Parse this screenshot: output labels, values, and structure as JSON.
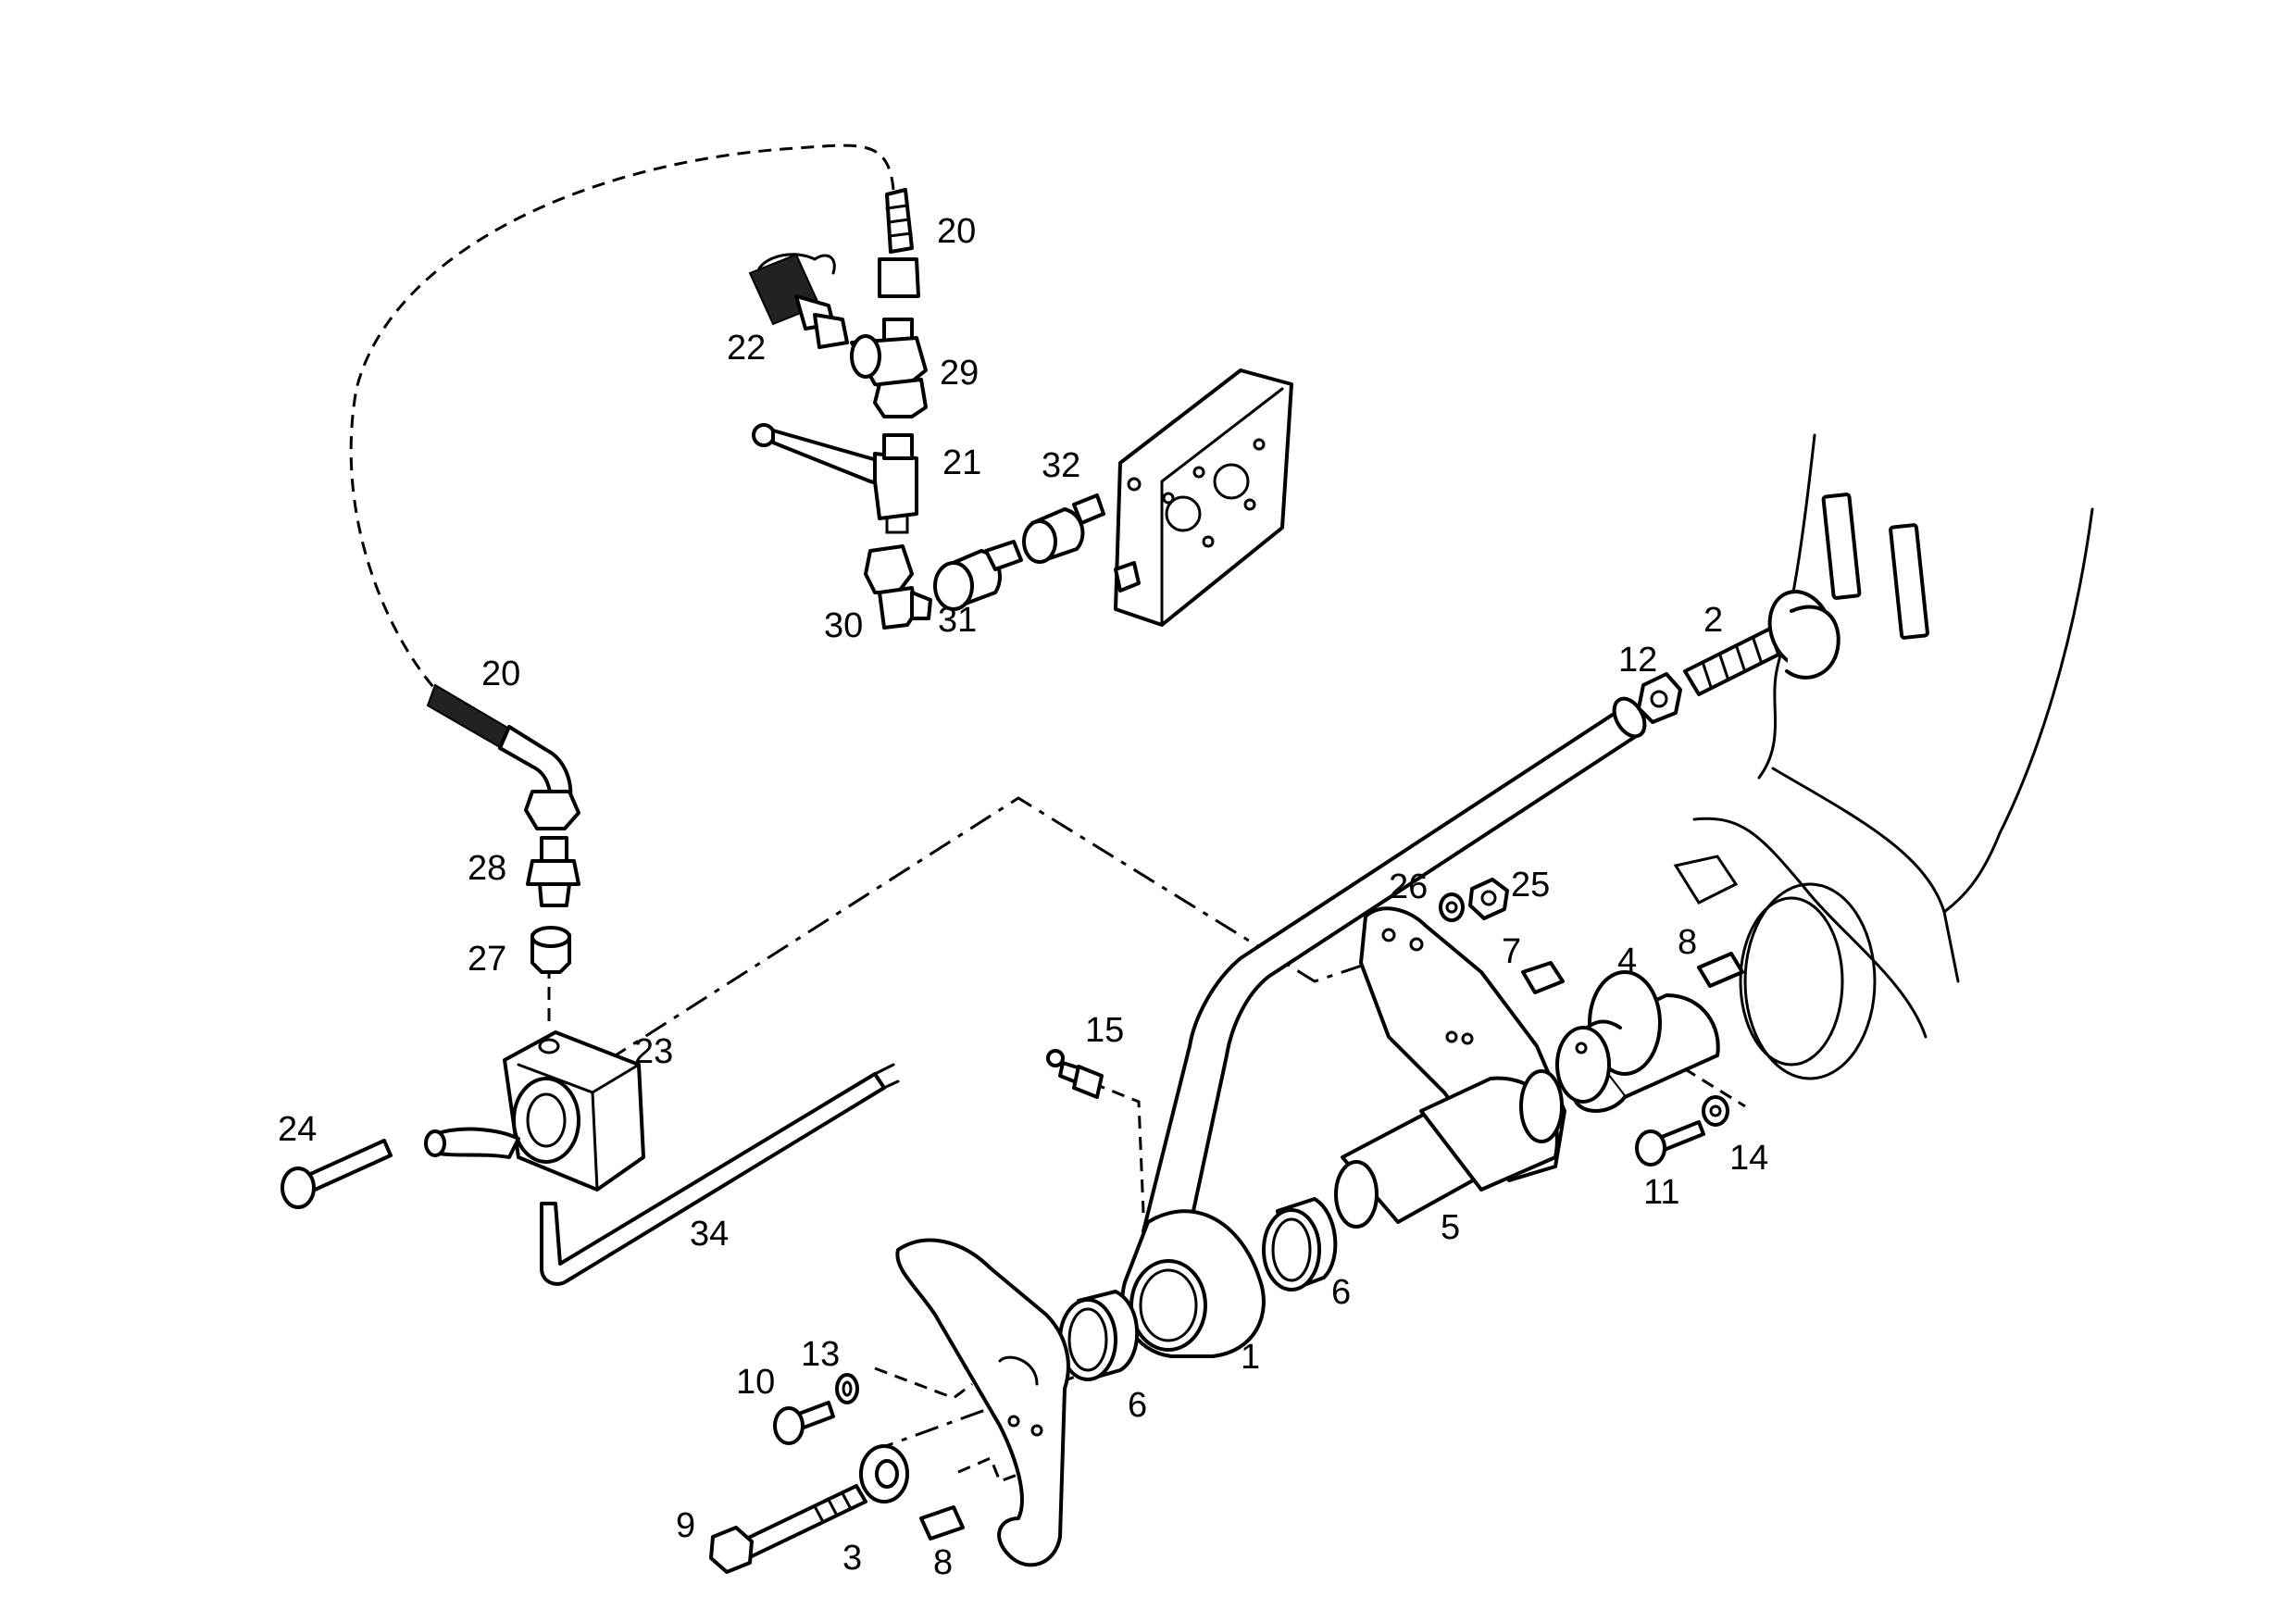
{
  "callouts": [
    {
      "id": "1",
      "text": "1"
    },
    {
      "id": "2",
      "text": "2"
    },
    {
      "id": "3",
      "text": "3"
    },
    {
      "id": "4",
      "text": "4"
    },
    {
      "id": "5",
      "text": "5"
    },
    {
      "id": "6a",
      "text": "6"
    },
    {
      "id": "6b",
      "text": "6"
    },
    {
      "id": "7",
      "text": "7"
    },
    {
      "id": "8a",
      "text": "8"
    },
    {
      "id": "8b",
      "text": "8"
    },
    {
      "id": "9",
      "text": "9"
    },
    {
      "id": "10",
      "text": "10"
    },
    {
      "id": "11",
      "text": "11"
    },
    {
      "id": "12",
      "text": "12"
    },
    {
      "id": "13",
      "text": "13"
    },
    {
      "id": "14",
      "text": "14"
    },
    {
      "id": "15",
      "text": "15"
    },
    {
      "id": "20a",
      "text": "20"
    },
    {
      "id": "20b",
      "text": "20"
    },
    {
      "id": "21",
      "text": "21"
    },
    {
      "id": "22",
      "text": "22"
    },
    {
      "id": "23",
      "text": "23"
    },
    {
      "id": "24",
      "text": "24"
    },
    {
      "id": "25",
      "text": "25"
    },
    {
      "id": "26",
      "text": "26"
    },
    {
      "id": "27",
      "text": "27"
    },
    {
      "id": "28",
      "text": "28"
    },
    {
      "id": "29",
      "text": "29"
    },
    {
      "id": "30",
      "text": "30"
    },
    {
      "id": "31",
      "text": "31"
    },
    {
      "id": "32",
      "text": "32"
    },
    {
      "id": "34",
      "text": "34"
    }
  ]
}
